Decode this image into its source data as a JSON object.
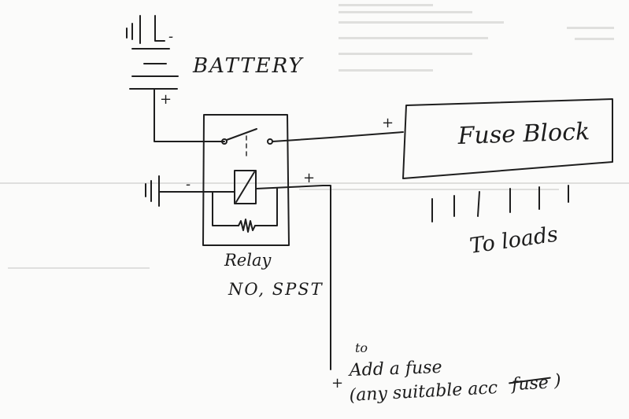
{
  "labels": {
    "battery": "BATTERY",
    "fuse_block": "Fuse Block",
    "to_loads": "To loads",
    "relay_line1": "Relay",
    "relay_line2": "NO, SPST",
    "note_prefix": "to",
    "note_line1": "Add a fuse",
    "note_line2_a": "(any suitable acc",
    "note_struck": "fuse",
    "note_close": ")",
    "plus": "+",
    "minus": "-"
  },
  "colors": {
    "ink": "#1e1e1e",
    "paper": "#fbfbfa",
    "bleed": "#c9c9c6"
  }
}
